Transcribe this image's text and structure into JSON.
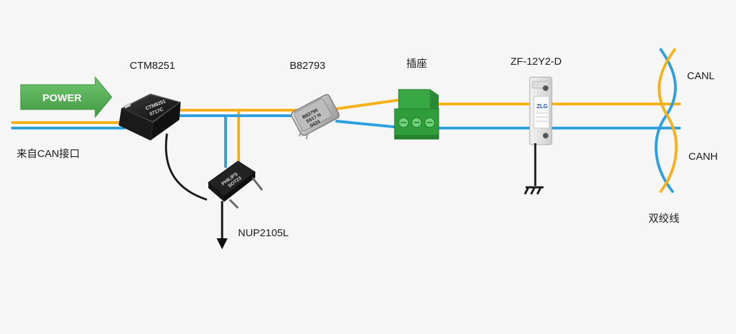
{
  "power": {
    "label": "POWER"
  },
  "components": {
    "ctm": {
      "label": "CTM8251",
      "marking_line1": "CTM8251",
      "marking_line2": "0717C"
    },
    "b82793": {
      "label": "B82793",
      "marking_line1": "B82790",
      "marking_line2": "S517 N",
      "marking_line3": "0424"
    },
    "socket": {
      "label": "插座"
    },
    "zf": {
      "label": "ZF-12Y2-D",
      "brand": "ZLG"
    },
    "nup": {
      "label": "NUP2105L",
      "marking_line1": "PHILIPS",
      "marking_line2": "SOT23"
    }
  },
  "source": {
    "label": "来自CAN接口"
  },
  "bus": {
    "canl": "CANL",
    "canh": "CANH",
    "twisted_pair": "双绞线"
  },
  "colors": {
    "canl": "#f7b116",
    "canh": "#2e9fdf",
    "power_arrow": "#4daa4f",
    "socket": "#2f9e3a"
  }
}
